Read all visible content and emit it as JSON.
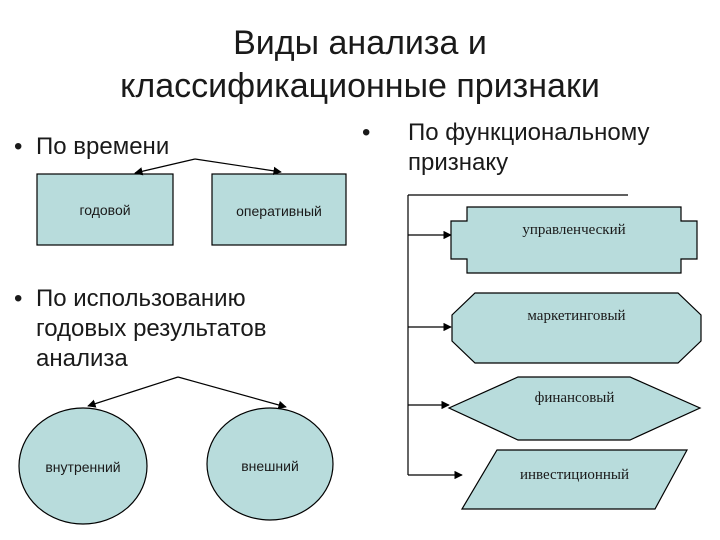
{
  "title": {
    "line1": "Виды анализа и",
    "line2": "классификационные признаки"
  },
  "bullets": {
    "marker": "•",
    "time": "По времени",
    "usage_line1": "По использованию",
    "usage_line2": "годовых результатов",
    "usage_line3": "анализа",
    "functional_line1": "По функциональному",
    "functional_line2": "признаку"
  },
  "nodes": {
    "annual": "годовой",
    "operational": "оперативный",
    "internal": "внутренний",
    "external": "внешний",
    "management": "управленческий",
    "marketing": "маркетинговый",
    "financial": "финансовый",
    "investment": "инвестиционный"
  },
  "colors": {
    "node_fill": "#b8dcdc",
    "stroke": "#000000",
    "text": "#1a1a1a"
  }
}
